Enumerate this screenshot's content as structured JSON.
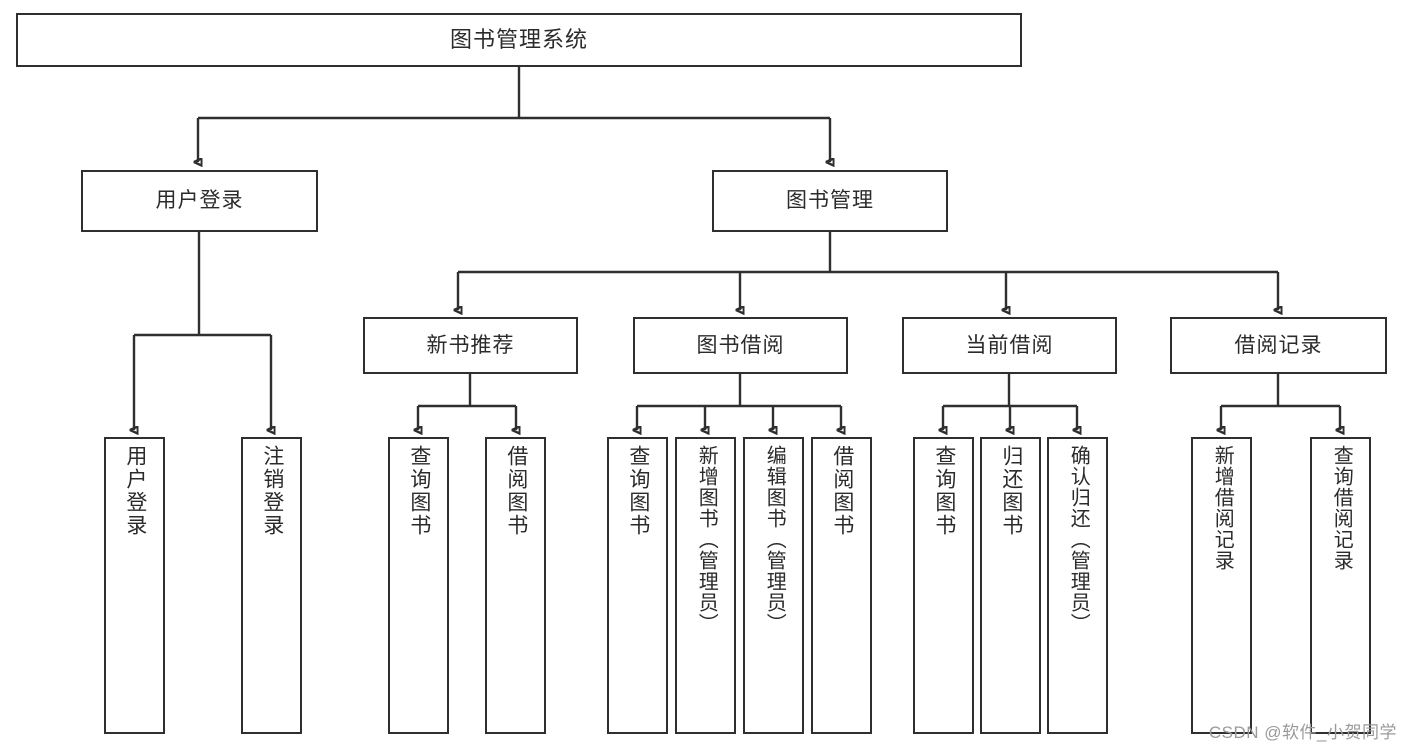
{
  "diagram": {
    "title": "图书管理系统",
    "type": "hierarchy-tree",
    "root": {
      "label": "图书管理系统"
    },
    "level1": [
      {
        "label": "用户登录"
      },
      {
        "label": "图书管理"
      }
    ],
    "level2": [
      {
        "label": "新书推荐"
      },
      {
        "label": "图书借阅"
      },
      {
        "label": "当前借阅"
      },
      {
        "label": "借阅记录"
      }
    ],
    "leaves": {
      "user_login": [
        {
          "label": "用户登录"
        },
        {
          "label": "注销登录"
        }
      ],
      "new_book_recommend": [
        {
          "label": "查询图书"
        },
        {
          "label": "借阅图书"
        }
      ],
      "book_borrow": [
        {
          "label": "查询图书"
        },
        {
          "label": "新增图书（管理员）"
        },
        {
          "label": "编辑图书（管理员）"
        },
        {
          "label": "借阅图书"
        }
      ],
      "current_borrow": [
        {
          "label": "查询图书"
        },
        {
          "label": "归还图书"
        },
        {
          "label": "确认归还（管理员）"
        }
      ],
      "borrow_records": [
        {
          "label": "新增借阅记录"
        },
        {
          "label": "查询借阅记录"
        }
      ]
    }
  },
  "watermark": {
    "text": "CSDN @软件_小贺同学"
  },
  "colors": {
    "stroke": "#2f2f2f",
    "text": "#2b2b2b",
    "background": "#ffffff",
    "watermark": "#9a9a9a"
  }
}
